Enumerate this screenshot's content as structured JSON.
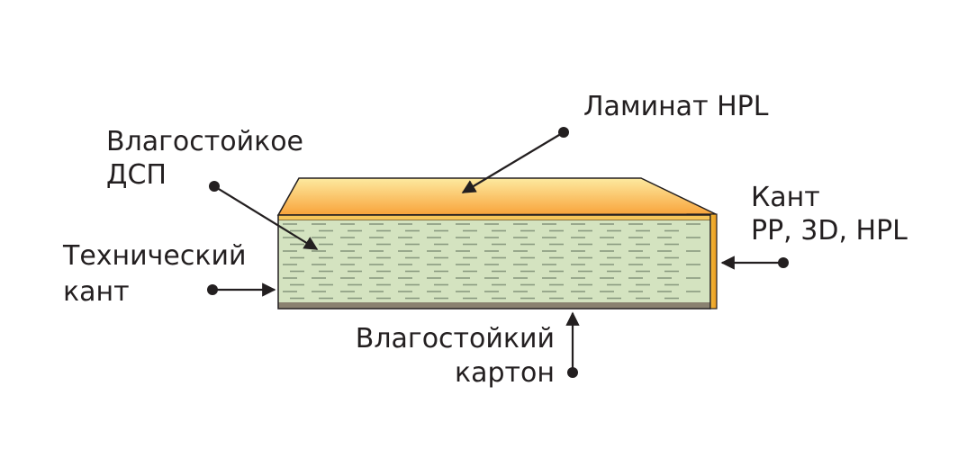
{
  "labels": {
    "laminate": "Ламинат  HPL",
    "chipboard_line1": "Влагостойкое",
    "chipboard_line2": "ДСП",
    "edge_line1": "Кант",
    "edge_line2": "PP, 3D, HPL",
    "tech_edge_line1": "Технический",
    "tech_edge_line2": "кант",
    "cardboard_line1": "Влагостойкий",
    "cardboard_line2": "картон"
  },
  "colors": {
    "text": "#231f20",
    "laminate_light": "#fdeaa0",
    "laminate_dark": "#f8a33a",
    "core": "#d4e3c0",
    "core_dash": "#8a9a80",
    "edge_band": "#f0b030",
    "bottom_layer": "#8a8170",
    "arrow": "#231f20"
  }
}
